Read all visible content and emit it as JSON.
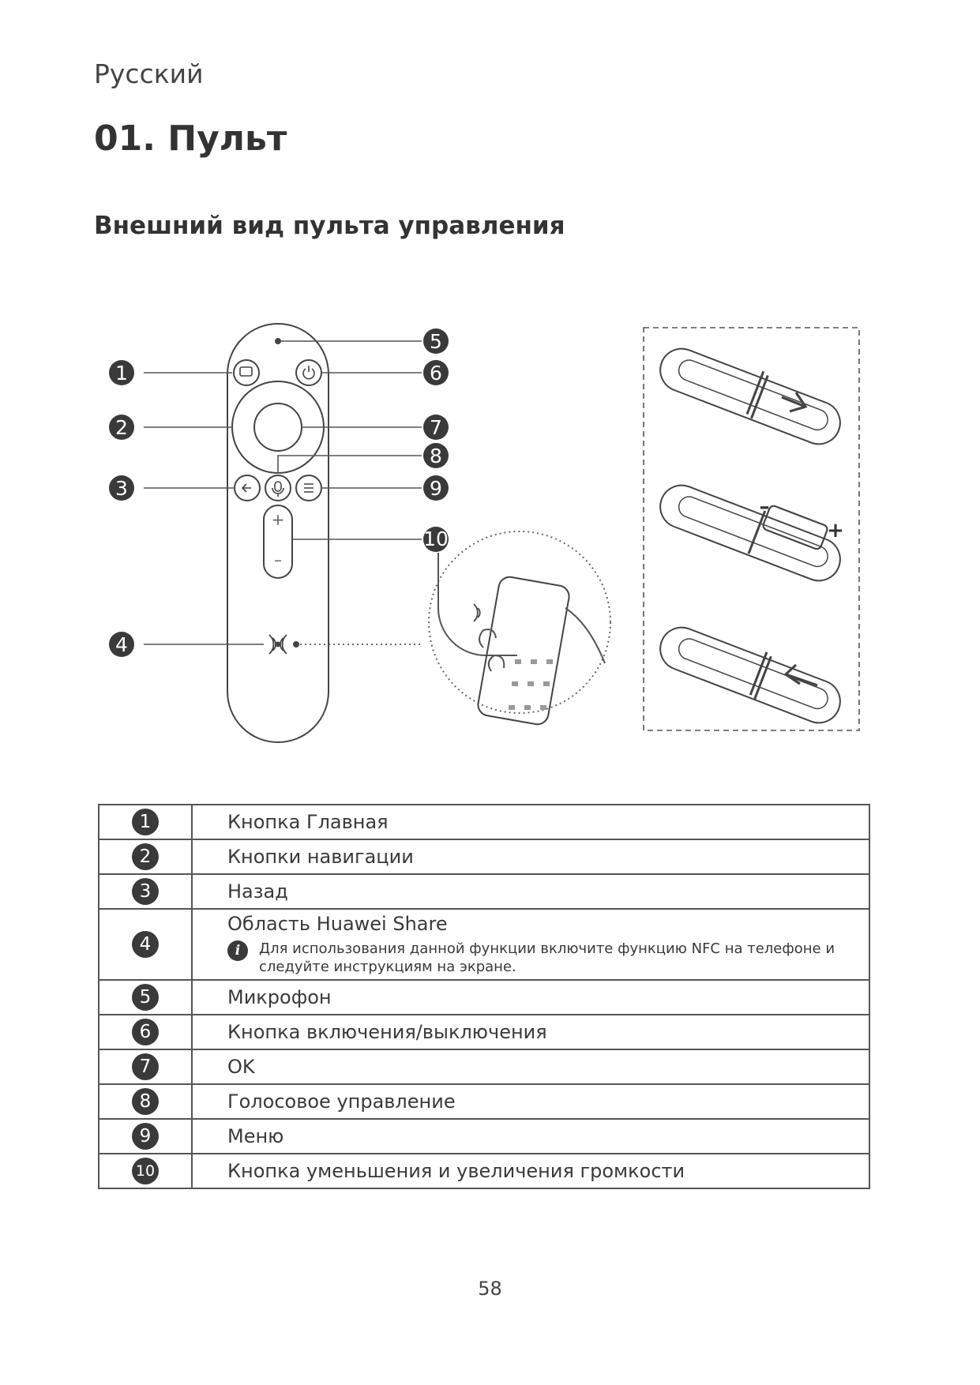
{
  "header": {
    "language": "Русский",
    "chapter_title": "01. Пульт",
    "section_title": "Внешний вид пульта управления"
  },
  "figure": {
    "callouts": [
      "1",
      "2",
      "3",
      "4",
      "5",
      "6",
      "7",
      "8",
      "9",
      "10"
    ],
    "volume_plus": "+",
    "volume_minus": "–",
    "battery_plus": "+",
    "battery_minus": "–"
  },
  "legend": {
    "rows": [
      {
        "num": "1",
        "label": "Кнопка Главная"
      },
      {
        "num": "2",
        "label": "Кнопки навигации"
      },
      {
        "num": "3",
        "label": "Назад"
      },
      {
        "num": "4",
        "label": "Область Huawei Share",
        "note": "Для использования данной функции включите функцию NFC на телефоне и следуйте инструкциям на экране."
      },
      {
        "num": "5",
        "label": "Микрофон"
      },
      {
        "num": "6",
        "label": "Кнопка включения/выключения"
      },
      {
        "num": "7",
        "label": "OK"
      },
      {
        "num": "8",
        "label": "Голосовое управление"
      },
      {
        "num": "9",
        "label": "Меню"
      },
      {
        "num": "10",
        "label": "Кнопка уменьшения и увеличения громкости"
      }
    ]
  },
  "footer": {
    "page_number": "58"
  }
}
